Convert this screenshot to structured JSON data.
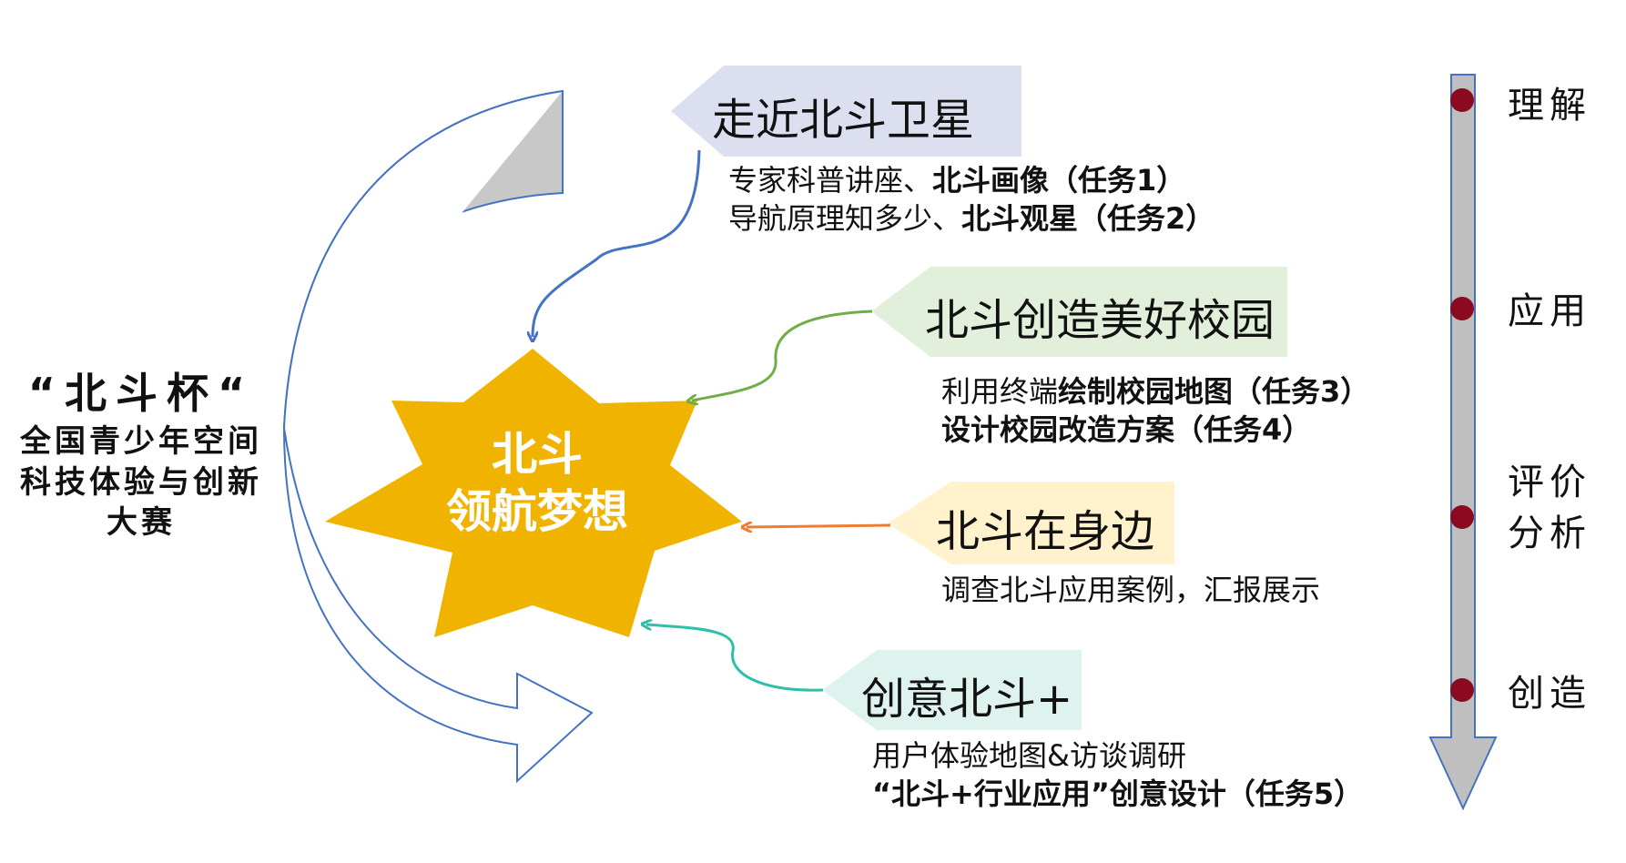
{
  "competition": {
    "title": "“北斗杯“",
    "line1": "全国青少年空间",
    "line2": "科技体验与创新",
    "line3": "大赛"
  },
  "core": {
    "line1": "北斗",
    "line2": "领航梦想"
  },
  "stages": [
    {
      "label": "走近北斗卫星",
      "color": "#dcdfef",
      "tasks": [
        {
          "normal": "专家科普讲座、",
          "bold": "北斗画像（任务1）"
        },
        {
          "normal": "导航原理知多少、",
          "bold": "北斗观星（任务2）"
        }
      ]
    },
    {
      "label": "北斗创造美好校园",
      "color": "#e2efda",
      "tasks": [
        {
          "normal": "利用终端",
          "bold": "绘制校园地图（任务3）"
        },
        {
          "normal": "",
          "bold": "设计校园改造方案（任务4）"
        }
      ]
    },
    {
      "label": "北斗在身边",
      "color": "#fff2cc",
      "tasks": [
        {
          "normal": "调查北斗应用案例，汇报展示",
          "bold": ""
        }
      ]
    },
    {
      "label": "创意北斗+",
      "color": "#dff3ee",
      "tasks": [
        {
          "normal": "用户体验地图&访谈调研",
          "bold": ""
        },
        {
          "normal": "",
          "bold": "“北斗+行业应用”创意设计（任务5）"
        }
      ]
    }
  ],
  "process_steps": [
    "理解",
    "应用",
    "评价分析",
    "创造"
  ],
  "colors": {
    "star": "#f0b400",
    "arrow_blue": "#4472c4",
    "arrow_green": "#70ad47",
    "arrow_orange": "#ed7d31",
    "arrow_teal": "#2fbfa8",
    "timeline": "#bfbfbf",
    "timeline_border": "#4472c4",
    "dot": "#8b0a1f"
  }
}
